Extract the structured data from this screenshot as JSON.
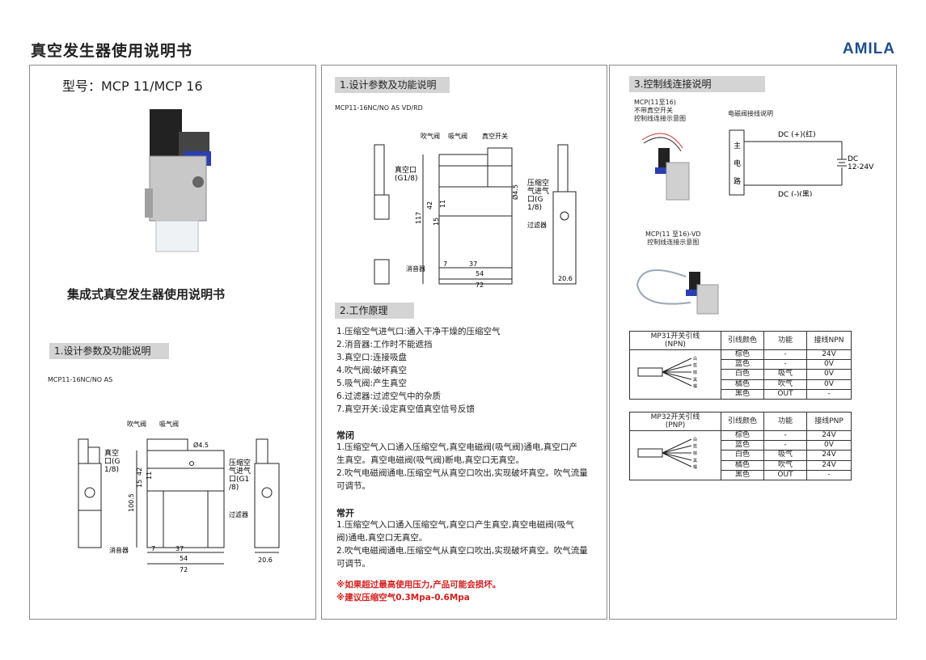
{
  "header": {
    "title": "真空发生器使用说明书",
    "brand": "AMILA"
  },
  "panel1": {
    "model": "型号：MCP 11/MCP 16",
    "subtitle": "集成式真空发生器使用说明书",
    "section": "1.设计参数及功能说明",
    "model_code": "MCP11-16NC/NO AS",
    "diagram": {
      "blow": "吹气阀",
      "suck": "吸气阀",
      "vac_port": [
        "真空",
        "口(G",
        "1/8)"
      ],
      "press_port": [
        "压缩空",
        "气进气",
        "口(G1",
        "/8)"
      ],
      "filter": "过滤器",
      "muffler": "消音器",
      "dims": {
        "d": "Ø4.5",
        "h1": "100.5",
        "h2": "42",
        "h3": "15",
        "h4": "11",
        "w1": "7",
        "w2": "37",
        "w3": "54",
        "w4": "72",
        "w5": "20.6"
      }
    }
  },
  "panel2": {
    "section1": "1.设计参数及功能说明",
    "model_code": "MCP11-16NC/NO AS VD/RD",
    "diagram": {
      "blow": "吹气阀",
      "suck": "吸气阀",
      "switch": "真空开关",
      "vac_port": [
        "真空口",
        "(G1/8)"
      ],
      "press_port": [
        "压缩空",
        "气进气",
        "口(G",
        "1/8)"
      ],
      "filter": "过滤器",
      "muffler": "消音器",
      "dims": {
        "d": "Ø4.5",
        "h1": "117",
        "h2": "42",
        "h3": "15",
        "h4": "11",
        "w1": "7",
        "w2": "37",
        "w3": "54",
        "w4": "72",
        "w5": "20.6"
      }
    },
    "section2": "2.工作原理",
    "items": [
      "1.压缩空气进气口:通入干净干燥的压缩空气",
      "2.消音器:工作时不能遮挡",
      "3.真空口:连接吸盘",
      "4.吹气阀:破坏真空",
      "5.吸气阀:产生真空",
      "6.过滤器:过滤空气中的杂质",
      "7.真空开关:设定真空值真空信号反馈"
    ],
    "nc_title": "常闭",
    "nc_text": [
      "1.压缩空气入口通入压缩空气,真空电磁阀(吸气阀)通电,真空口产",
      "生真空。真空电磁阀(吸气阀)断电,真空口无真空。",
      "2.吹气电磁阀通电,压缩空气从真空口吹出,实现破坏真空。吹气流量",
      "可调节。"
    ],
    "no_title": "常开",
    "no_text": [
      "1.压缩空气入口通入压缩空气,真空口产生真空,真空电磁阀(吸气",
      "阀)通电,真空口无真空。",
      "2.吹气电磁阀通电,压缩空气从真空口吹出,实现破坏真空。吹气流量",
      "可调节。"
    ],
    "warn1": "※如果超过最高使用压力,产品可能会损坏。",
    "warn2": "※建议压缩空气0.3Mpa-0.6Mpa"
  },
  "panel3": {
    "section": "3.控制线连接说明",
    "cap1": [
      "MCP(11至16)",
      "不带真空开关",
      "控制线连接示意图"
    ],
    "cap_wire": "电磁阀接线说明",
    "wiring": {
      "plus": "DC (+)(红)",
      "minus": "DC (-)(黑)",
      "main": [
        "主",
        "电",
        "路"
      ],
      "dc": "DC",
      "volt": "12-24V"
    },
    "cap2": [
      "MCP(11 至16)-VD",
      "控制线连接示意图"
    ],
    "npn": {
      "title": [
        "MP31开关引线",
        "(NPN)"
      ],
      "headers": [
        "引线颜色",
        "功能",
        "接线NPN"
      ],
      "rows": [
        [
          "棕色",
          "-",
          "24V"
        ],
        [
          "蓝色",
          "-",
          "0V"
        ],
        [
          "白色",
          "吸气",
          "0V"
        ],
        [
          "橘色",
          "吹气",
          "0V"
        ],
        [
          "黑色",
          "OUT",
          "-"
        ]
      ]
    },
    "pnp": {
      "title": [
        "MP32开关引线",
        "(PNP)"
      ],
      "headers": [
        "引线颜色",
        "功能",
        "接线PNP"
      ],
      "rows": [
        [
          "棕色",
          "-",
          "24V"
        ],
        [
          "蓝色",
          "-",
          "0V"
        ],
        [
          "白色",
          "吸气",
          "24V"
        ],
        [
          "橘色",
          "吹气",
          "24V"
        ],
        [
          "黑色",
          "OUT",
          "-"
        ]
      ]
    },
    "wire_labels": [
      "白",
      "蓝",
      "棕",
      "黑",
      "橘"
    ]
  }
}
